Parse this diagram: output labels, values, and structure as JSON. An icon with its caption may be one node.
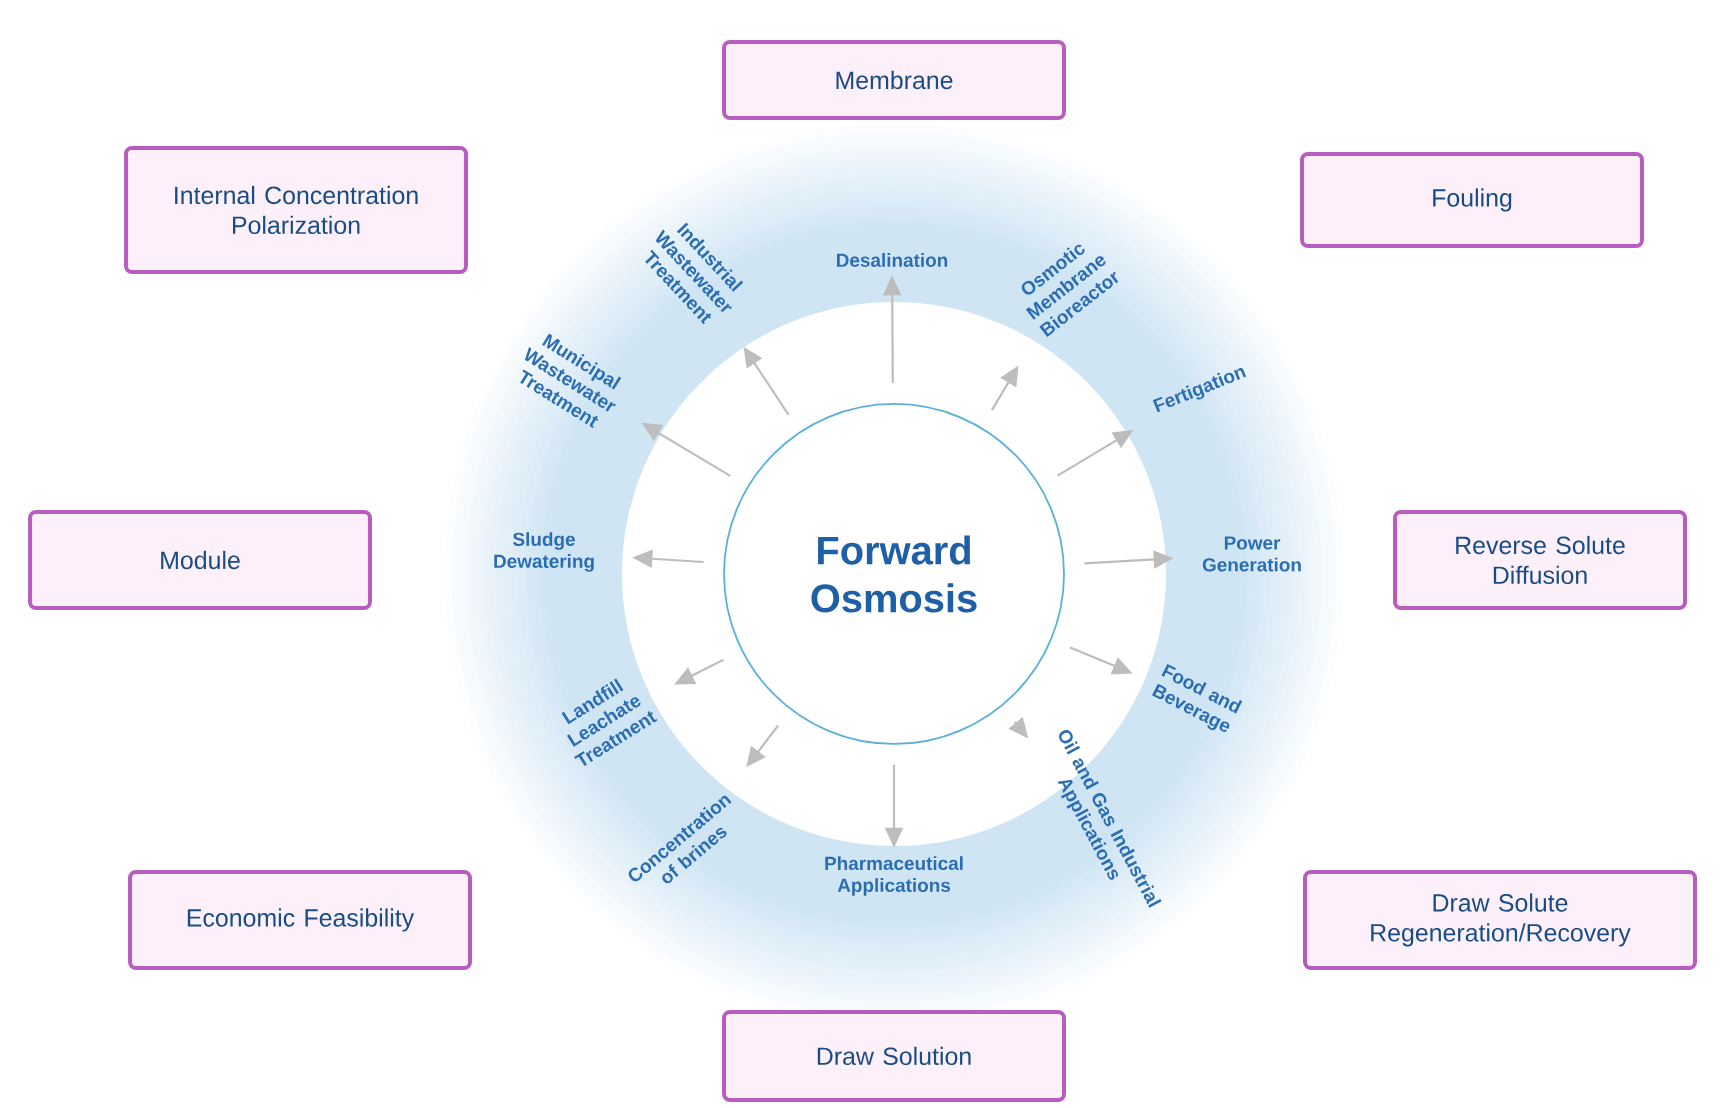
{
  "diagram": {
    "nodes": [
      {
        "text": [
          "Forward Osmosis"
        ]
      },
      {
        "text": [
          "Desalination"
        ]
      },
      {
        "text": [
          "Osmotic Membrane Bioreactor"
        ]
      },
      {
        "text": [
          "Fertigation"
        ]
      },
      {
        "text": [
          "Power Generation"
        ]
      },
      {
        "text": [
          "Food and Beverage"
        ]
      },
      {
        "text": [
          "Oil and Gas Industrial Applications"
        ]
      },
      {
        "text": [
          "Pharmaceutical Applications"
        ]
      },
      {
        "text": [
          "Concentration of brines"
        ]
      },
      {
        "text": [
          "Landfill Leachate Treatment"
        ]
      },
      {
        "text": [
          "Sludge Dewatering"
        ]
      },
      {
        "text": [
          "Municipal Wastewater Treatment"
        ]
      },
      {
        "text": [
          "Industrial Wastewater Treatment"
        ]
      },
      {
        "text": [
          "Membrane"
        ]
      },
      {
        "text": [
          "Internal Concentration Polarization"
        ]
      },
      {
        "text": [
          "Fouling"
        ]
      },
      {
        "text": [
          "Module"
        ]
      },
      {
        "text": [
          "Reverse Solute Diffusion"
        ]
      },
      {
        "text": [
          "Economic Feasibility"
        ]
      },
      {
        "text": [
          "Draw Solute Regeneration/Recovery"
        ]
      },
      {
        "text": [
          "Draw Solution"
        ]
      }
    ],
    "edges": [
      {
        "from": 0,
        "to": 1,
        "arrow": "to"
      },
      {
        "from": 0,
        "to": 2,
        "arrow": "to"
      },
      {
        "from": 0,
        "to": 3,
        "arrow": "to"
      },
      {
        "from": 0,
        "to": 4,
        "arrow": "to"
      },
      {
        "from": 0,
        "to": 5,
        "arrow": "to"
      },
      {
        "from": 0,
        "to": 6,
        "arrow": "to"
      },
      {
        "from": 0,
        "to": 7,
        "arrow": "to"
      },
      {
        "from": 0,
        "to": 8,
        "arrow": "to"
      },
      {
        "from": 0,
        "to": 9,
        "arrow": "to"
      },
      {
        "from": 0,
        "to": 10,
        "arrow": "to"
      },
      {
        "from": 0,
        "to": 11,
        "arrow": "to"
      },
      {
        "from": 0,
        "to": 12,
        "arrow": "to"
      }
    ]
  }
}
